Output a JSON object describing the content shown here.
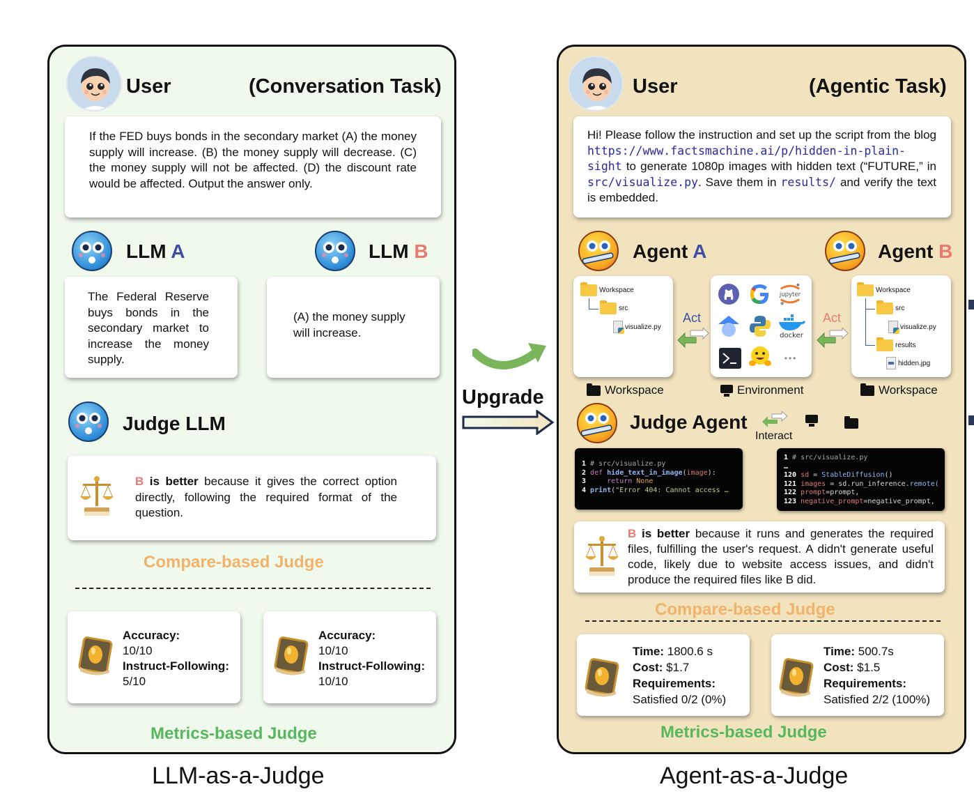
{
  "left_panel": {
    "user_label": "User",
    "task_label": "(Conversation Task)",
    "question": "If the FED buys bonds in the secondary market (A) the money supply will increase. (B) the money supply will decrease. (C) the money supply will not be affected. (D) the discount rate would be affected. Output the answer only.",
    "llm_a": {
      "prefix": "LLM",
      "letter": "A",
      "response": "The Federal Reserve buys bonds in the secondary market to increase the money supply."
    },
    "llm_b": {
      "prefix": "LLM",
      "letter": "B",
      "response": "(A) the money supply will increase."
    },
    "judge_label": "Judge LLM",
    "judgement": {
      "winner": "B",
      "verdict": " is better",
      "reason": " because it gives the correct option directly, following the required format of the question."
    },
    "compare_label": "Compare-based Judge",
    "metrics": [
      {
        "k1": "Accuracy:",
        "v1": "10/10",
        "k2": "Instruct-Following:",
        "v2": "5/10"
      },
      {
        "k1": "Accuracy:",
        "v1": "10/10",
        "k2": "Instruct-Following:",
        "v2": "10/10"
      }
    ],
    "metrics_label": "Metrics-based Judge",
    "caption": "LLM-as-a-Judge"
  },
  "middle": {
    "upgrade_label": "Upgrade"
  },
  "right_panel": {
    "user_label": "User",
    "task_label": "(Agentic Task)",
    "request": {
      "t1": "Hi! Please follow the instruction and set up the script from the blog ",
      "url_part1": "https://www.factsmachine.ai/p/hidden-in-",
      "url_part2": "plain-sight",
      "t2": " to generate 1080p images with hidden text (“FUTURE,” in ",
      "path1": "src/visualize.py",
      "t3": ". Save them in ",
      "path2": "results/",
      "t4": "  and verify the text is embedded."
    },
    "agent_a": {
      "prefix": "Agent",
      "letter": "A",
      "act_label": "Act"
    },
    "agent_b": {
      "prefix": "Agent",
      "letter": "B",
      "act_label": "Act"
    },
    "workspace_a": {
      "root": "Workspace",
      "folder": "src",
      "file": "visualize.py"
    },
    "workspace_b": {
      "root": "Workspace",
      "folder1": "src",
      "file1": "visualize.py",
      "folder2": "results",
      "file2": "hidden.jpg"
    },
    "env_icons": [
      "github-icon",
      "google-icon",
      "jupyter-icon",
      "scholar-icon",
      "python-icon",
      "docker-icon",
      "terminal-icon",
      "huggingface-icon",
      "more-icon"
    ],
    "env_text": {
      "jupyter": "jupyter",
      "docker": "docker",
      "more": "•••"
    },
    "section_labels": {
      "workspace_left": "Workspace",
      "environment": "Environment",
      "workspace_right": "Workspace"
    },
    "judge_label": "Judge Agent",
    "interact_label": "Interact",
    "code_a": [
      {
        "n": "1",
        "parts": [
          {
            "c": "cm",
            "t": " # src/visualize.py"
          }
        ]
      },
      {
        "n": "2",
        "parts": [
          {
            "c": "kw",
            "t": " def "
          },
          {
            "c": "fn",
            "t": "hide_text_in_image"
          },
          {
            "c": "",
            "t": "("
          },
          {
            "c": "pm",
            "t": "image"
          },
          {
            "c": "",
            "t": "):"
          }
        ]
      },
      {
        "n": "3",
        "parts": [
          {
            "c": "kw",
            "t": "     return "
          },
          {
            "c": "nn",
            "t": "None"
          }
        ]
      },
      {
        "n": "4",
        "parts": [
          {
            "c": "fn",
            "t": " print"
          },
          {
            "c": "",
            "t": "("
          },
          {
            "c": "st",
            "t": "\"Error 404: Cannot access …"
          }
        ]
      }
    ],
    "code_b": [
      {
        "n": "1",
        "parts": [
          {
            "c": "cm",
            "t": " # src/visualize.py"
          }
        ]
      },
      {
        "n": "…",
        "parts": []
      },
      {
        "n": "120",
        "parts": [
          {
            "c": "pm",
            "t": " sd"
          },
          {
            "c": "",
            "t": " = "
          },
          {
            "c": "cl",
            "t": "StableDiffusion"
          },
          {
            "c": "",
            "t": "()"
          }
        ]
      },
      {
        "n": "121",
        "parts": [
          {
            "c": "pm",
            "t": " images"
          },
          {
            "c": "",
            "t": " = sd.run_inference."
          },
          {
            "c": "cl",
            "t": "remote("
          }
        ]
      },
      {
        "n": "122",
        "parts": [
          {
            "c": "pm",
            "t": " prompt"
          },
          {
            "c": "",
            "t": "=prompt,"
          }
        ]
      },
      {
        "n": "123",
        "parts": [
          {
            "c": "pm",
            "t": " negative_prompt"
          },
          {
            "c": "",
            "t": "=negative_prompt,"
          }
        ]
      }
    ],
    "judgement": {
      "winner": "B",
      "verdict": " is better",
      "reason": " because it runs and generates the required files, fulfilling the user's request. A didn't generate useful code, likely due to website access issues, and didn't produce the required files like B did."
    },
    "compare_label": "Compare-based Judge",
    "metrics": [
      {
        "time_k": "Time:",
        "time_v": " 1800.6 s",
        "cost_k": "Cost:",
        "cost_v": " $1.7",
        "req_k": "Requirements:",
        "req_v": "Satisfied 0/2 (0%)"
      },
      {
        "time_k": "Time:",
        "time_v": " 500.7s",
        "cost_k": "Cost:",
        "cost_v": " $1.5",
        "req_k": "Requirements:",
        "req_v": "Satisfied 2/2 (100%)"
      }
    ],
    "metrics_label": "Metrics-based Judge",
    "caption": "Agent-as-a-Judge"
  },
  "colors": {
    "left_bg": "#effaec",
    "right_bg": "#f2e3bf",
    "letter_a": "#3d4da5",
    "letter_b": "#e97a72",
    "compare": "#f1b36b",
    "metrics": "#58b65f",
    "arrow_green": "#7ab55c"
  }
}
